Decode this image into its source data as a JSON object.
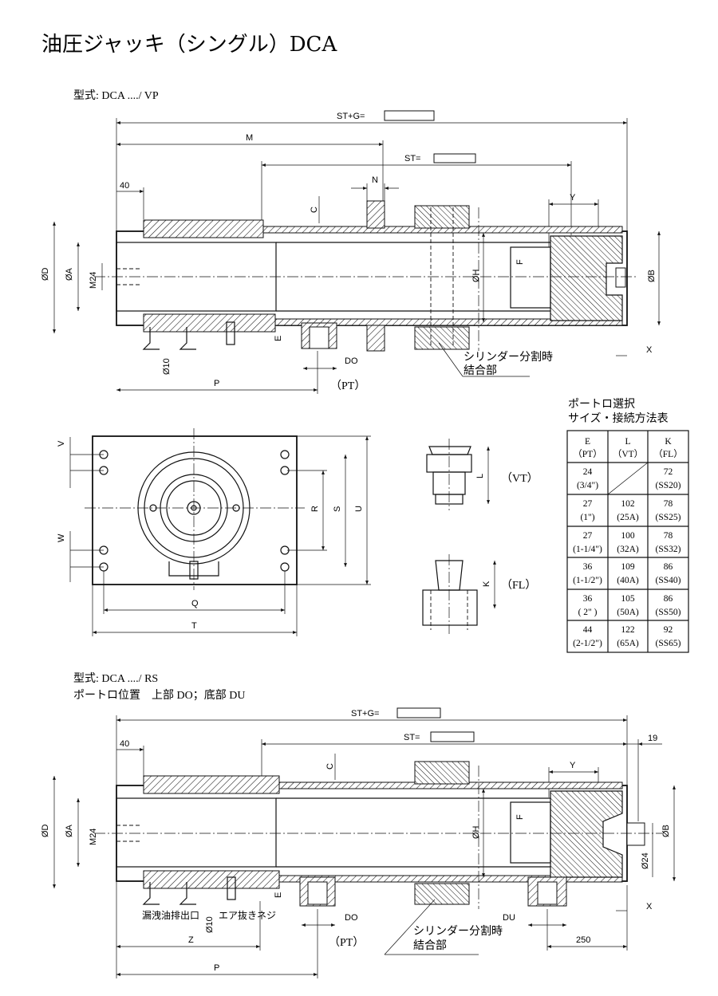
{
  "page": {
    "title": "油圧ジャッキ（シングル）DCA"
  },
  "top_view": {
    "model": "型式: DCA ..../ VP",
    "dims": {
      "st_g": "ST+G=",
      "m": "M",
      "st": "ST=",
      "d40": "40",
      "n": "N",
      "y": "Y",
      "c": "C",
      "f": "F",
      "od": "ØD",
      "oa": "ØA",
      "m24": "M24",
      "oh": "ØH",
      "ob": "ØB",
      "e": "E",
      "do": "DO",
      "x": "X",
      "o10": "Ø10",
      "p": "P",
      "pt": "（PT）"
    },
    "split_note_1": "シリンダー分割時",
    "split_note_2": "結合部"
  },
  "plan_view": {
    "dims": {
      "v": "V",
      "w": "W",
      "r": "R",
      "s": "S",
      "u": "U",
      "q": "Q",
      "t": "T"
    }
  },
  "port_views": {
    "vt": {
      "dim": "L",
      "label": "（VT）"
    },
    "fl": {
      "dim": "K",
      "label": "（FL）"
    }
  },
  "port_table": {
    "title_1": "ポートロ選択",
    "title_2": "サイズ・接続方法表",
    "headers": [
      {
        "name": "E",
        "sub": "（PT）"
      },
      {
        "name": "L",
        "sub": "（VT）"
      },
      {
        "name": "K",
        "sub": "（FL）"
      }
    ],
    "rows": [
      {
        "e": "24",
        "e_sub": "(3/4\")",
        "l": "",
        "l_sub": "",
        "k": "72",
        "k_sub": "(SS20)"
      },
      {
        "e": "27",
        "e_sub": "(1\")",
        "l": "102",
        "l_sub": "(25A)",
        "k": "78",
        "k_sub": "(SS25)"
      },
      {
        "e": "27",
        "e_sub": "(1-1/4\")",
        "l": "100",
        "l_sub": "(32A)",
        "k": "78",
        "k_sub": "(SS32)"
      },
      {
        "e": "36",
        "e_sub": "(1-1/2\")",
        "l": "109",
        "l_sub": "(40A)",
        "k": "86",
        "k_sub": "(SS40)"
      },
      {
        "e": "36",
        "e_sub": "( 2\" )",
        "l": "105",
        "l_sub": "(50A)",
        "k": "86",
        "k_sub": "(SS50)"
      },
      {
        "e": "44",
        "e_sub": "(2-1/2\")",
        "l": "122",
        "l_sub": "(65A)",
        "k": "92",
        "k_sub": "(SS65)"
      }
    ]
  },
  "bottom_view": {
    "model": "型式: DCA ..../ RS",
    "port_position": "ポートロ位置　上部 DO；底部 DU",
    "dims": {
      "st_g": "ST+G=",
      "st": "ST=",
      "d40": "40",
      "d19": "19",
      "y": "Y",
      "c": "C",
      "f": "F",
      "od": "ØD",
      "oa": "ØA",
      "m24": "M24",
      "oh": "ØH",
      "ob": "ØB",
      "o24": "Ø24",
      "e": "E",
      "do": "DO",
      "du": "DU",
      "x": "X",
      "o10": "Ø10",
      "z": "Z",
      "p": "P",
      "d250": "250",
      "pt": "（PT）"
    },
    "drain_label": "漏洩油排出口",
    "air_label": "エア抜きネジ",
    "split_note_1": "シリンダー分割時",
    "split_note_2": "結合部"
  }
}
